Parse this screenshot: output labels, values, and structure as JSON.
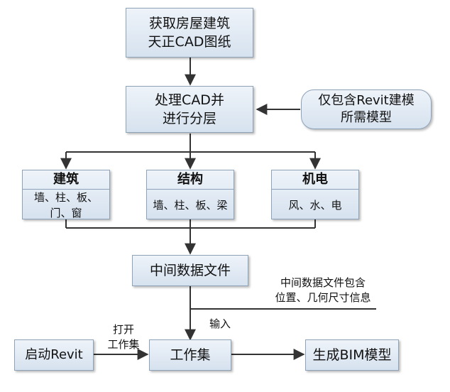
{
  "boxes": {
    "obtain": {
      "lines": [
        "获取房屋建筑",
        "天正CAD图纸"
      ]
    },
    "process": {
      "lines": [
        "处理CAD并",
        "进行分层"
      ]
    },
    "revit_only": {
      "lines": [
        "仅包含Revit建模",
        "所需模型"
      ]
    },
    "intermediate": {
      "lines": [
        "中间数据文件"
      ]
    },
    "start_revit": {
      "lines": [
        "启动Revit"
      ]
    },
    "workset": {
      "lines": [
        "工作集"
      ]
    },
    "generate_bim": {
      "lines": [
        "生成BIM模型"
      ]
    }
  },
  "categories": [
    {
      "title": "建筑",
      "items": [
        "墙、柱、板、",
        "门、窗"
      ]
    },
    {
      "title": "结构",
      "items": [
        "墙、柱、板、梁"
      ]
    },
    {
      "title": "机电",
      "items": [
        "风、水、电"
      ]
    }
  ],
  "labels": {
    "intermediate_note": [
      "中间数据文件包含",
      "位置、几何尺寸信息"
    ],
    "input": "输入",
    "open_workset": [
      "打开",
      "工作集"
    ]
  },
  "colors": {
    "box_fill": "#dde7f2",
    "box_border": "#8fa3b8",
    "line": "#333333"
  }
}
